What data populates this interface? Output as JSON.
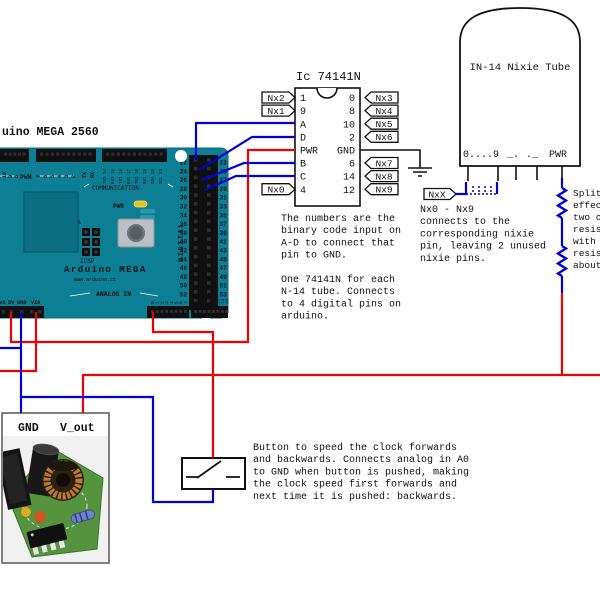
{
  "colors": {
    "wire_red": "#f00000",
    "wire_blue": "#0000dd",
    "board_teal": "#0d7f95",
    "board_dark": "#0b6e83",
    "led_yellow": "#e8c419",
    "pcb_green": "#55933f",
    "copper": "#bf7a2e"
  },
  "ic": {
    "title": "Ic 74141N",
    "left_pins": [
      "1",
      "9",
      "A",
      "D",
      "PWR",
      "B",
      "C",
      "4"
    ],
    "right_pins": [
      "0",
      "8",
      "10",
      "2",
      "GND",
      "6",
      "14",
      "12"
    ],
    "left_flags": [
      {
        "row": 0,
        "label": "Nx2"
      },
      {
        "row": 1,
        "label": "Nx1"
      },
      {
        "row": 7,
        "label": "Nx0"
      }
    ],
    "right_flags": [
      {
        "row": 0,
        "label": "Nx3"
      },
      {
        "row": 1,
        "label": "Nx4"
      },
      {
        "row": 2,
        "label": "Nx5"
      },
      {
        "row": 3,
        "label": "Nx6"
      },
      {
        "row": 5,
        "label": "Nx7"
      },
      {
        "row": 6,
        "label": "Nx8"
      },
      {
        "row": 7,
        "label": "Nx9"
      }
    ]
  },
  "nixie": {
    "title": "IN-14  Nixie Tube",
    "bottom_labels": [
      "0....9",
      "_.",
      "._",
      "PWR"
    ],
    "flag": "NxX"
  },
  "notes": {
    "ic": [
      "The numbers are the",
      "binary code input on",
      "A-D to connect that",
      "pin to GND.",
      "",
      "One 74141N for each",
      "N-14 tube. Connects",
      "to 4 digital pins on",
      "arduino."
    ],
    "nixie": [
      "Nx0 - Nx9",
      "connects to the",
      "corresponding nixie",
      "pin, leaving 2 unused",
      "nixie pins."
    ],
    "resistor": [
      "Split",
      "effec",
      "two o",
      "resis",
      "with",
      "resis",
      "about"
    ],
    "button": [
      "Button to speed the clock forwards",
      "and backwards. Connects analog in A0",
      "to GND when button is pushed, making",
      "the clock speed first forwards and",
      "next time it is pushed: backwards."
    ]
  },
  "arduino": {
    "title": "uino MEGA 2560",
    "brand": "Arduino MEGA",
    "url": "www.arduino.cc",
    "labels": {
      "pwm": "PWM",
      "communication": "COMMUNICATION",
      "digital": "DIGITAL",
      "analog_in": "ANALOG IN",
      "pwr": "PWR",
      "icsp": "ICSP",
      "icsp_pin1": "1",
      "gnd": "GND"
    },
    "pwm_pins": [
      "10",
      "9",
      "8",
      "7",
      "6",
      "5",
      "4",
      "3",
      "2",
      "TX",
      "RX"
    ],
    "comm_pins": [
      "TX3 14",
      "RX3 15",
      "TX2 16",
      "RX2 17",
      "TX1 18",
      "RX1 19",
      "SDA 20",
      "SCL 21"
    ],
    "digital_left": [
      "22",
      "24",
      "26",
      "28",
      "30",
      "32",
      "34",
      "36",
      "38",
      "40",
      "42",
      "44",
      "46",
      "48",
      "50",
      "52"
    ],
    "digital_right": [
      "23",
      "25",
      "27",
      "29",
      "31",
      "33",
      "35",
      "37",
      "39",
      "41",
      "43",
      "45",
      "47",
      "49",
      "51",
      "53"
    ],
    "power_pins": [
      "3V3",
      "5V",
      "GND",
      "VIN"
    ],
    "analog_left": [
      "0",
      "1",
      "2",
      "3",
      "4",
      "5",
      "6",
      "7"
    ],
    "analog_right": [
      "8",
      "9",
      "10",
      "11",
      "12",
      "13",
      "14",
      "15"
    ]
  },
  "psu": {
    "gnd_label": "GND",
    "vout_label": "V_out"
  }
}
